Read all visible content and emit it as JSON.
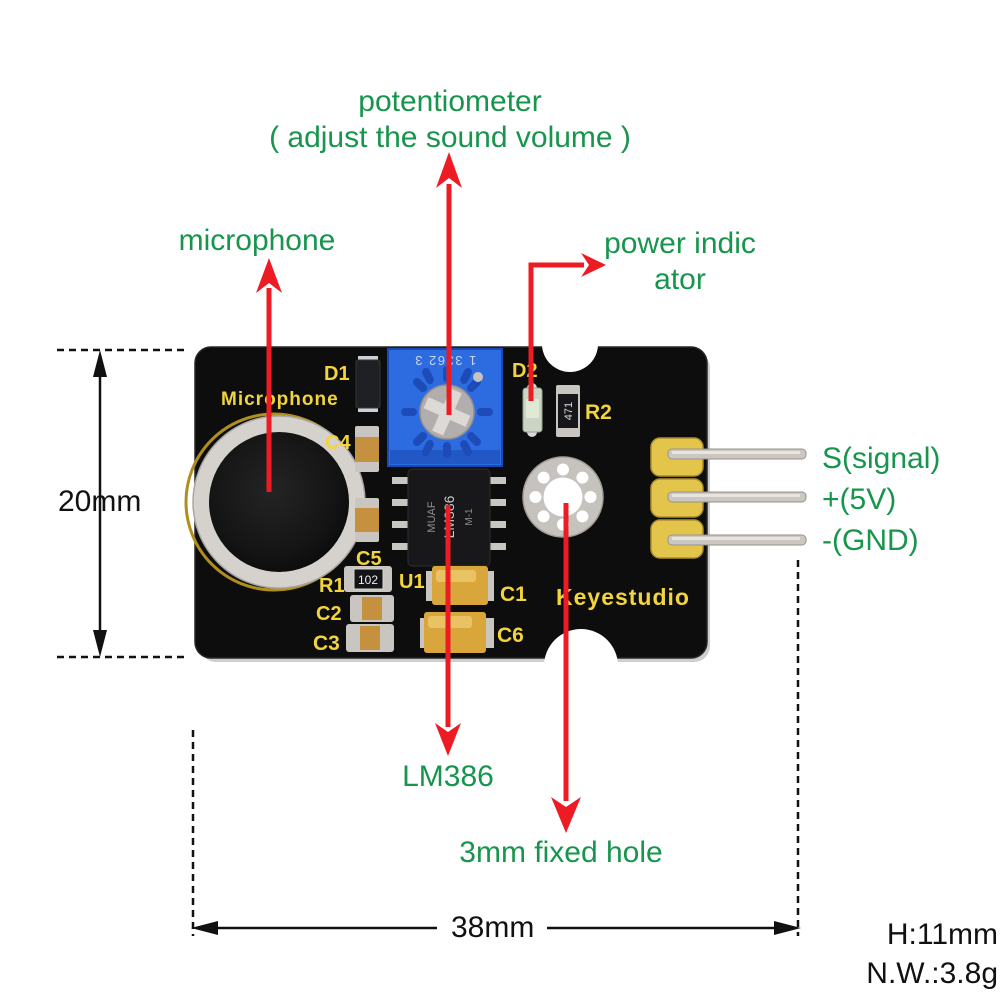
{
  "labels": {
    "potentiometer": {
      "line1": "potentiometer",
      "line2": "( adjust the sound volume )"
    },
    "microphone": "microphone",
    "power_indicator": {
      "line1": "power indic",
      "line2": "ator"
    },
    "lm386": "LM386",
    "fixed_hole": "3mm fixed hole",
    "pins": {
      "signal": "S(signal)",
      "power": "+(5V)",
      "ground": "-(GND)"
    }
  },
  "dimensions": {
    "width": "38mm",
    "height": "20mm",
    "thickness": "H:11mm",
    "net_weight": "N.W.:3.8g"
  },
  "silkscreen": {
    "brand": "Keyestudio",
    "mic": "Microphone",
    "d1": "D1",
    "c4": "C4",
    "c5": "C5",
    "u1": "U1",
    "r1": "R1",
    "c2": "C2",
    "c3": "C3",
    "c1": "C1",
    "c6": "C6",
    "plus": "+",
    "d2": "D2",
    "r2": "R2"
  },
  "component_markings": {
    "pot": "1 3362 3",
    "r1_value": "102",
    "r2_value": "471",
    "ic_brand": "MUAF",
    "ic_part": "LM386",
    "ic_suffix": "M-1"
  },
  "colors": {
    "label_green": "#18954d",
    "arrow_red": "#ed1c24",
    "dimension_black": "#111111",
    "board_black": "#0d0d0d",
    "silk_yellow": "#f2d43c",
    "pot_blue": "#2d6ce0",
    "header_yellow": "#e2c54a"
  }
}
